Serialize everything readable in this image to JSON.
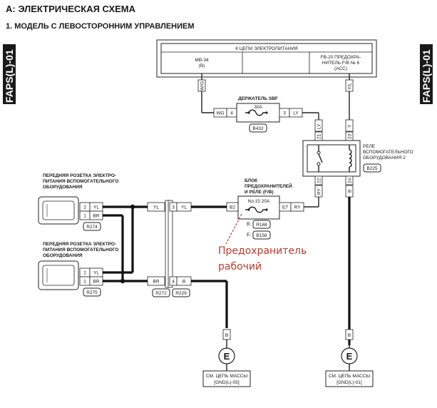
{
  "header": {
    "title": "A:  ЭЛЕКТРИЧЕСКАЯ СХЕМА",
    "subtitle": "1.  МОДЕЛЬ С ЛЕВОСТОРОННИМ УПРАВЛЕНИЕМ"
  },
  "side_tabs": {
    "left": "FAPS(L)-01",
    "right": "FAPS(L)-01"
  },
  "power_block": {
    "title": "К ЦЕПИ ЭЛЕКТРОПИТАНИЯ",
    "left_cell": "MB-34",
    "left_cell_sub": "(B)",
    "right_cell_line1": "FB-20 ПРЕДОХРА-",
    "right_cell_line2": "НИТЕЛЬ F/B № 6",
    "right_cell_line3": "(ACC)"
  },
  "sbf_holder": {
    "title": "ДЕРЖАТЕЛЬ SBF",
    "rating": "30A",
    "connector": "B432"
  },
  "relay": {
    "line1": "РЕЛЕ",
    "line2": "ВСПОМОГАТЕЛЬНОГО",
    "line3": "ОБОРУДОВАНИЯ 2",
    "connector": "B225"
  },
  "fuse_block": {
    "line1": "БЛОК",
    "line2": "ПРЕДОХРАНИТЕЛЕЙ",
    "line3": "И РЕЛЕ (F/B)",
    "fuse": "No.15 20A",
    "conn_b_label": "B:",
    "conn_b": "R168",
    "conn_e_label": "E:",
    "conn_e": "B158"
  },
  "socket1": {
    "line1": "ПЕРЕДНЯЯ РОЗЕТКА ЭЛЕКТРО-",
    "line2": "ПИТАНИЯ ВСПОМОГАТЕЛЬНОГО",
    "line3": "ОБОРУДОВАНИЯ",
    "connector": "R274"
  },
  "socket2": {
    "line1": "ПЕРЕДНЯЯ РОЗЕТКА ЭЛЕКТРО-",
    "line2": "ПИТАНИЯ ВСПОМОГАТЕЛЬНОГО",
    "line3": "ОБОРУДОВАНИЯ",
    "connector": "R275"
  },
  "junction": {
    "connector_left": "R272",
    "connector_right": "R229"
  },
  "grounds": [
    {
      "symbol": "E",
      "line1": "СМ. ЦЕПЬ МАССЫ",
      "line2": "[GND(L)-05]"
    },
    {
      "symbol": "E",
      "line1": "СМ. ЦЕПЬ МАССЫ",
      "line2": "[GND(L)-01]"
    }
  ],
  "wire_colors": {
    "wg": "W/G",
    "yl": "Y/L",
    "wg_h": "WG",
    "ly": "LY",
    "yl_h": "YL",
    "br": "BR",
    "b": "B",
    "ry": "RY",
    "ly_v": "LY",
    "y_v": "Y",
    "ry_v": "RY",
    "b_v": "B",
    "b_gnd": "B"
  },
  "pins": {
    "sbf_in": "4",
    "sbf_out": "3",
    "relay_21": "21",
    "relay_23": "23",
    "relay_22": "22",
    "relay_24": "24",
    "s1_top": "2",
    "s1_bot": "1",
    "s2_top": "2",
    "s2_bot": "1",
    "j_top": "3",
    "j_bot": "4",
    "fb_in": "B2",
    "fb_out": "E7"
  },
  "annotation": {
    "line1": "Предохранитель",
    "line2": "рабочий"
  },
  "colors": {
    "annotation": "#c0392b",
    "side_tab": "#1a1a1a",
    "wire": "#111111"
  }
}
